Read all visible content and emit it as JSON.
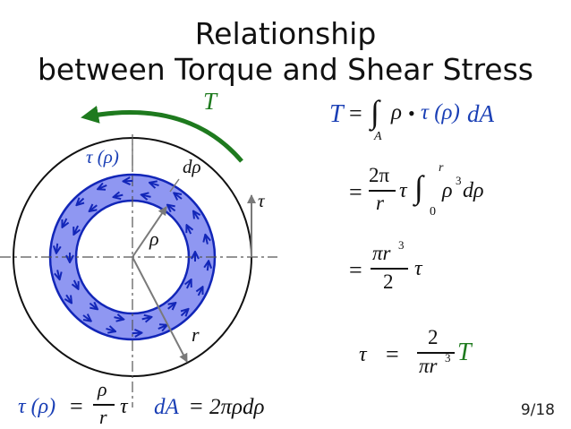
{
  "title": {
    "line1": "Relationship",
    "line2": "between Torque and Shear Stress"
  },
  "diagram": {
    "torque_label": "T",
    "tau_rho_label": "τ (ρ)",
    "drho_label": "dρ",
    "tau_label": "τ",
    "rho_label": "ρ",
    "r_label": "r",
    "colors": {
      "ring_fill": "#8f97f2",
      "ring_stroke": "#1226b8",
      "torque_arrow": "#1e7a1e",
      "axis": "#555555",
      "leader": "#7a7a7a"
    }
  },
  "equations": {
    "eq1": {
      "lhs": "T",
      "eq": "=",
      "int": "∫",
      "sub": "A",
      "rho": "ρ",
      "dot": "•",
      "tau": "τ (ρ)",
      "da": "dA"
    },
    "eq2": {
      "eq": "=",
      "num": "2π",
      "den": "r",
      "tau": "τ",
      "int": "∫",
      "upper": "r",
      "lower": "0",
      "rho": "ρ",
      "pow": "3",
      "d": "dρ"
    },
    "eq3": {
      "eq": "=",
      "num_pi": "πr",
      "num_pow": "3",
      "den": "2",
      "tau": "τ"
    },
    "eq4": {
      "tau": "τ",
      "eq": "=",
      "num": "2",
      "den_pi": "πr",
      "den_pow": "3",
      "T": "T"
    },
    "bottom_left": {
      "lhs": "τ (ρ)",
      "eq": "=",
      "num": "ρ",
      "den": "r",
      "tau": "τ"
    },
    "bottom_mid": {
      "lhs": "dA",
      "eq": "=",
      "rhs": "2πρdρ"
    }
  },
  "page_number": "9/18"
}
